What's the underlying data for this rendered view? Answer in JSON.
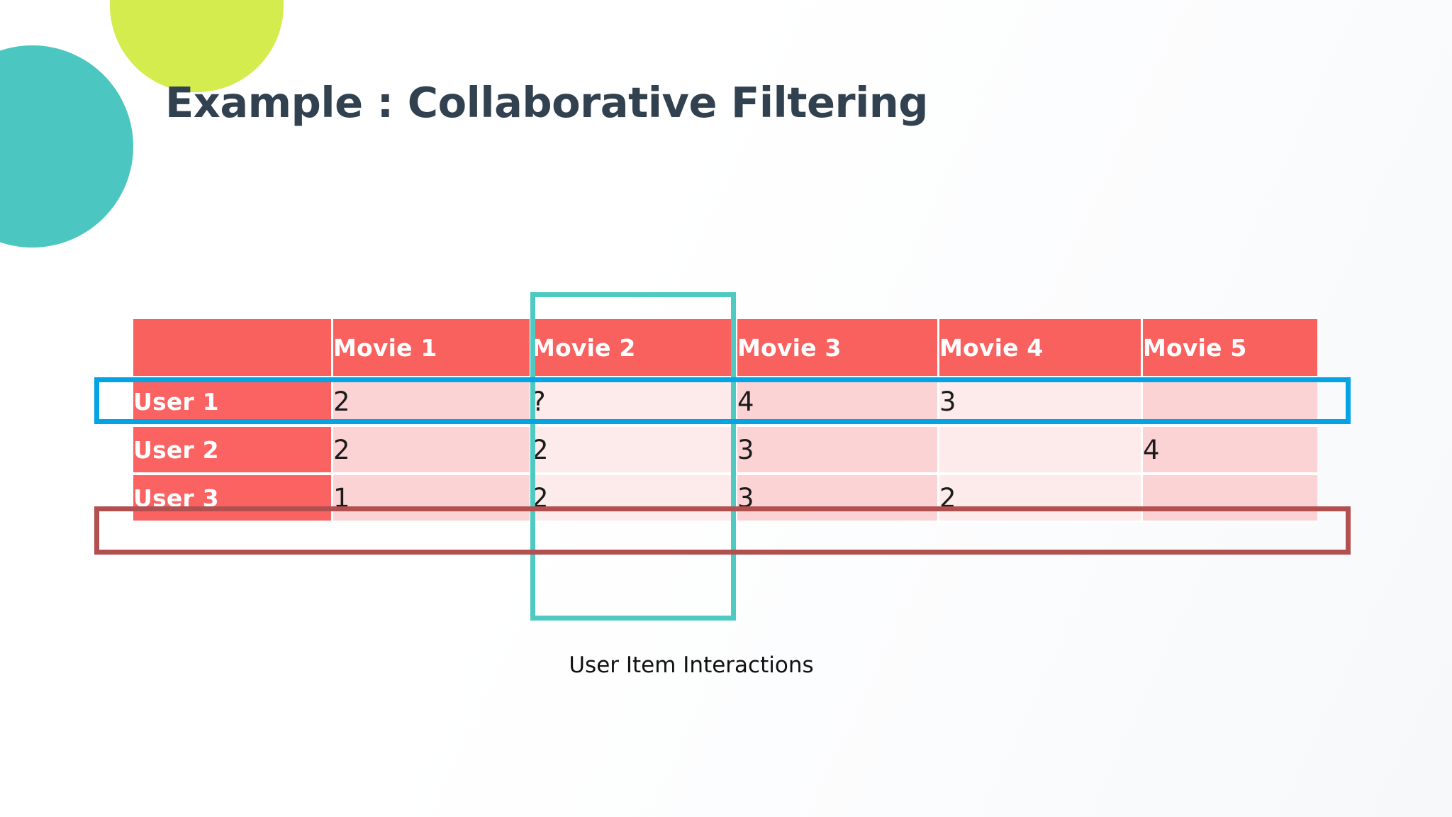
{
  "slide": {
    "title": "Example : Collaborative Filtering",
    "caption": "User Item Interactions",
    "background_color": "#ffffff"
  },
  "decor": {
    "circle_lime_color": "#d4ec4e",
    "circle_teal_color": "#4bc6c0"
  },
  "colors": {
    "title": "#32414f",
    "header_cell": "#f9615f",
    "row_label_cell": "#fb6262",
    "cell_tone_a": "#fbd3d5",
    "cell_tone_b": "#fdeaea",
    "highlight_user_row": "#04a3e3",
    "highlight_similar_user_row": "#b25050",
    "highlight_item_column": "#4ecac2"
  },
  "chart_data": {
    "type": "table",
    "title": "User Item Interactions",
    "corner_label": "",
    "columns": [
      "Movie 1",
      "Movie 2",
      "Movie 3",
      "Movie 4",
      "Movie 5"
    ],
    "rows": [
      "User 1",
      "User 2",
      "User 3"
    ],
    "values": [
      [
        "2",
        "?",
        "4",
        "3",
        ""
      ],
      [
        "2",
        "2",
        "3",
        "",
        "4"
      ],
      [
        "1",
        "2",
        "3",
        "2",
        ""
      ]
    ],
    "missing_marker": "?",
    "annotations": [
      {
        "kind": "row-highlight",
        "target": "User 1",
        "color": "#04a3e3"
      },
      {
        "kind": "row-highlight",
        "target": "User 3",
        "color": "#b25050"
      },
      {
        "kind": "column-highlight",
        "target": "Movie 2",
        "color": "#4ecac2"
      }
    ]
  },
  "table": {
    "corner": "",
    "headers": [
      "Movie 1",
      "Movie 2",
      "Movie 3",
      "Movie 4",
      "Movie 5"
    ],
    "rows": [
      {
        "label": "User 1",
        "cells": [
          "2",
          "?",
          "4",
          "3",
          ""
        ]
      },
      {
        "label": "User 2",
        "cells": [
          "2",
          "2",
          "3",
          "",
          "4"
        ]
      },
      {
        "label": "User 3",
        "cells": [
          "1",
          "2",
          "3",
          "2",
          ""
        ]
      }
    ]
  }
}
